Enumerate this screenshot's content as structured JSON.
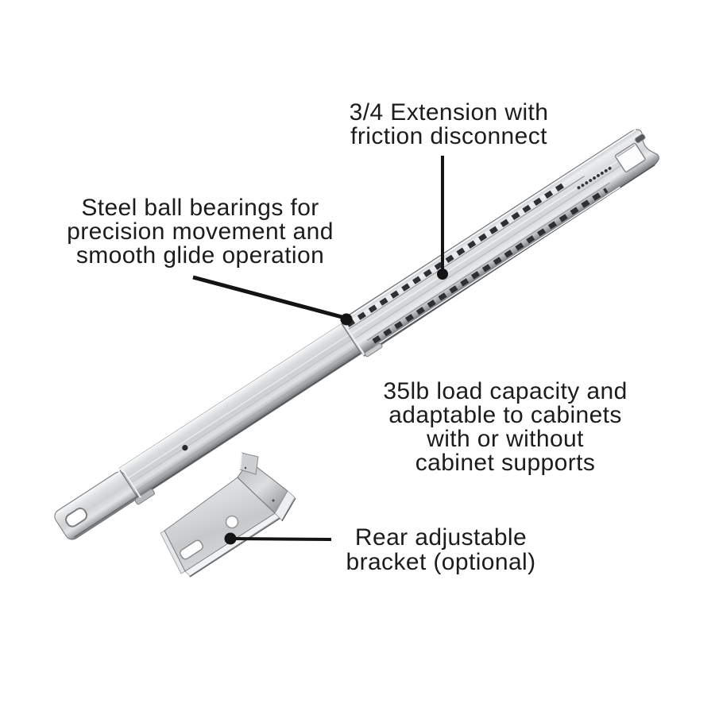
{
  "title": "Drawer slide product callout diagram",
  "colors": {
    "background": "#ffffff",
    "text": "#1c1c1c",
    "leader_line": "#141414",
    "metal_light": "#eceeef",
    "metal_mid": "#cfd1d3",
    "metal_dark": "#85888b"
  },
  "annotations": {
    "extension": {
      "lines": [
        "3/4 Extension with",
        "friction disconnect"
      ]
    },
    "bearings": {
      "lines": [
        "Steel ball bearings for",
        "precision movement and",
        "smooth glide operation"
      ]
    },
    "capacity": {
      "lines": [
        "35lb load capacity and",
        "adaptable to cabinets",
        "with or without",
        "cabinet supports"
      ]
    },
    "bracket": {
      "lines": [
        "Rear adjustable",
        "bracket (optional)"
      ]
    }
  }
}
